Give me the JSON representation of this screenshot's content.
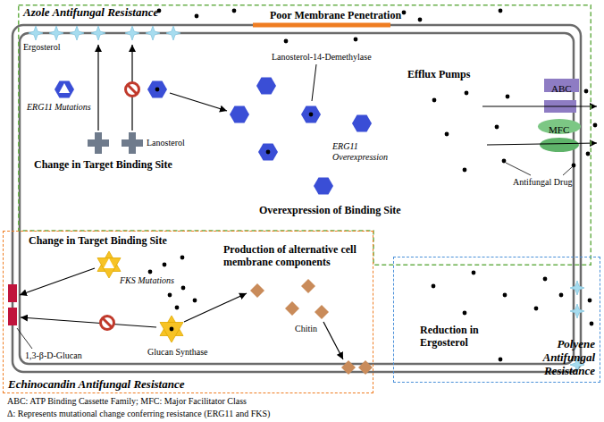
{
  "diagram": {
    "nodes": [
      {
        "text": [
          "Azole Antifungal Resistance"
        ]
      },
      {
        "text": [
          "ABC"
        ],
        "in": 0
      },
      {
        "text": [
          "MFC"
        ],
        "in": 0
      },
      {
        "text": [
          "Echinocandin Antifungal Resistance"
        ]
      },
      {
        "text": [
          "Polyene Antifungal Resistance"
        ]
      }
    ],
    "labels": [
      "Poor Membrane Penetration",
      "Ergosterol",
      "ERG11 Mutations",
      "Lanosterol",
      "Change in Target Binding Site",
      "Lanosterol-14-Demethylase",
      "ERG11 Overexpression",
      "Overexpression of Binding Site",
      "Efflux Pumps",
      "Antifungal Drug",
      "Change in Target Binding Site",
      "FKS Mutations",
      "Production of alternative cell membrane components",
      "Chitin",
      "Glucan Synthase",
      "1,3-β-D-Glucan",
      "Reduction in Ergosterol",
      "ABC: ATP Binding Cassette Family; MFC: Major Facilitator Class",
      "Δ: Represents mutational change conferring resistance (ERG11 and FKS)"
    ]
  }
}
